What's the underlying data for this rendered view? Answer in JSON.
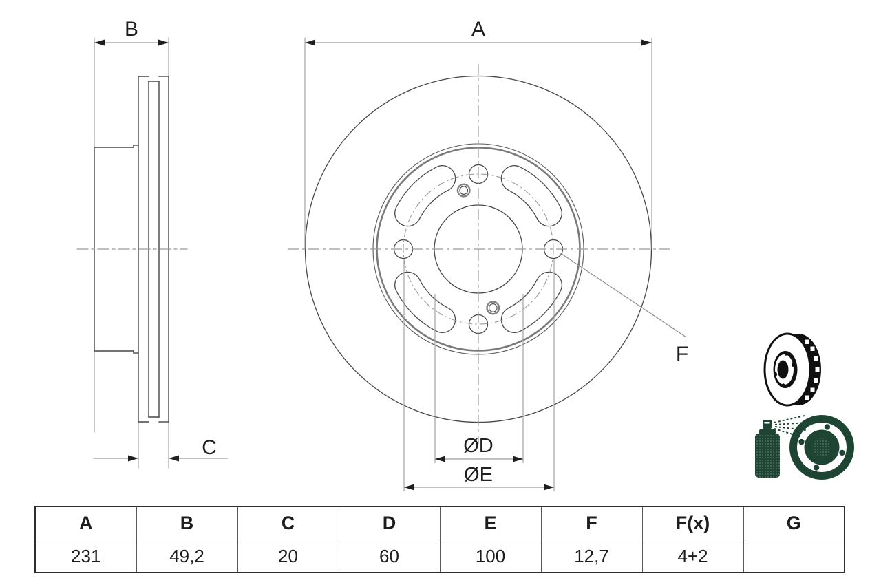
{
  "drawing": {
    "labels": {
      "dim_a": "A",
      "dim_b": "B",
      "dim_c": "C",
      "dim_f": "F",
      "dia_d": "ØD",
      "dia_e": "ØE"
    }
  },
  "icons": {
    "top": "vented-brake-disc-icon",
    "bottom": "coated-disc-spray-icon"
  },
  "colors": {
    "line_dark": "#474747",
    "line_dim": "#9b9b9b",
    "arrow": "#1f1f1f",
    "icon_black": "#101010",
    "icon_green": "#1e4533"
  },
  "table": {
    "headers": [
      "A",
      "B",
      "C",
      "D",
      "E",
      "F",
      "F(x)",
      "G"
    ],
    "values": [
      "231",
      "49,2",
      "20",
      "60",
      "100",
      "12,7",
      "4+2",
      ""
    ]
  }
}
